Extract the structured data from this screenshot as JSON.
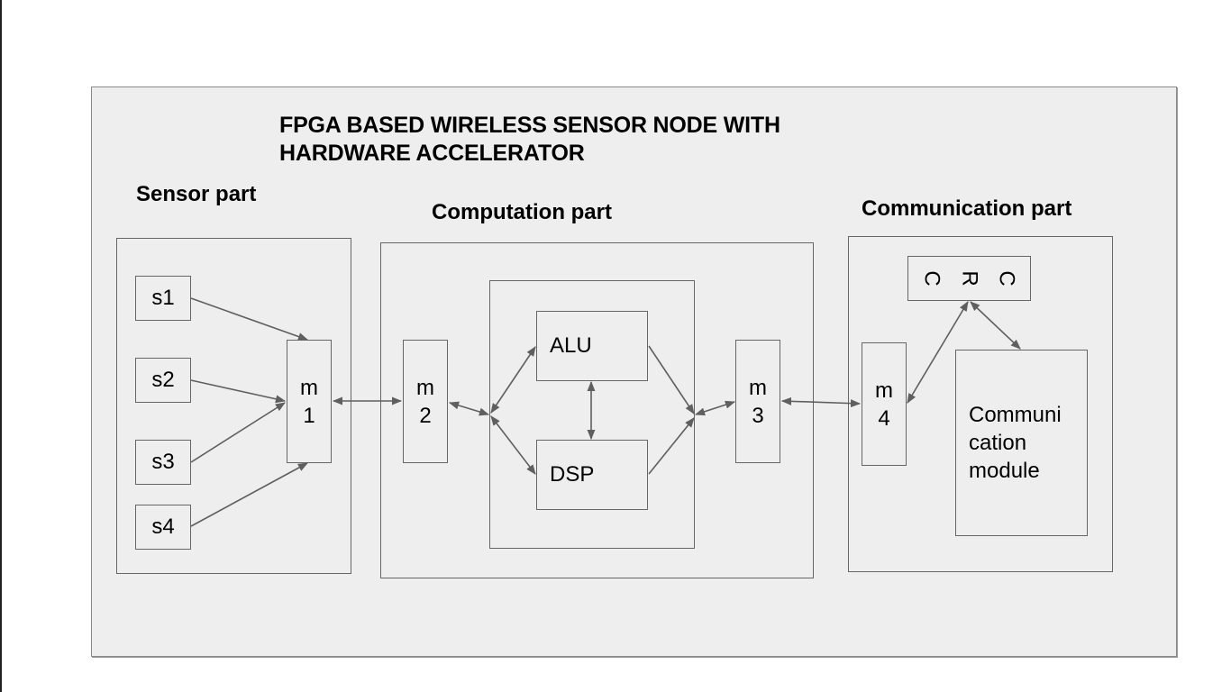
{
  "diagram": {
    "title_line1": "FPGA BASED WIRELESS SENSOR NODE WITH",
    "title_line2": "HARDWARE ACCELERATOR",
    "sections": {
      "sensor": {
        "label": "Sensor part"
      },
      "computation": {
        "label": "Computation part"
      },
      "communication": {
        "label": "Communication part"
      }
    },
    "sensors": [
      "s1",
      "s2",
      "s3",
      "s4"
    ],
    "muxes": [
      {
        "line1": "m",
        "line2": "1"
      },
      {
        "line1": "m",
        "line2": "2"
      },
      {
        "line1": "m",
        "line2": "3"
      },
      {
        "line1": "m",
        "line2": "4"
      }
    ],
    "alu": "ALU",
    "dsp": "DSP",
    "crc_letters": [
      "C",
      "R",
      "C"
    ],
    "comm_module": {
      "line1": "Communi",
      "line2": "cation",
      "line3": "module"
    },
    "colors": {
      "background": "#eeeeee",
      "stroke": "#666666",
      "text": "#000000"
    },
    "connections": [
      {
        "from": "s1",
        "to": "m1",
        "type": "one-way"
      },
      {
        "from": "s2",
        "to": "m1",
        "type": "one-way"
      },
      {
        "from": "s3",
        "to": "m1",
        "type": "one-way"
      },
      {
        "from": "s4",
        "to": "m1",
        "type": "one-way"
      },
      {
        "from": "m1",
        "to": "m2",
        "type": "bidirectional"
      },
      {
        "from": "m2",
        "to": "ALU/DSP junction",
        "type": "bidirectional"
      },
      {
        "from": "junction",
        "to": "ALU",
        "type": "bidirectional"
      },
      {
        "from": "junction",
        "to": "DSP",
        "type": "bidirectional"
      },
      {
        "from": "ALU",
        "to": "DSP",
        "type": "bidirectional"
      },
      {
        "from": "ALU",
        "to": "output junction",
        "type": "one-way"
      },
      {
        "from": "DSP",
        "to": "output junction",
        "type": "one-way"
      },
      {
        "from": "output junction",
        "to": "m3",
        "type": "bidirectional"
      },
      {
        "from": "m3",
        "to": "m4",
        "type": "bidirectional"
      },
      {
        "from": "m4",
        "to": "CRC",
        "type": "bidirectional"
      },
      {
        "from": "CRC",
        "to": "Communication module",
        "type": "bidirectional"
      }
    ]
  }
}
